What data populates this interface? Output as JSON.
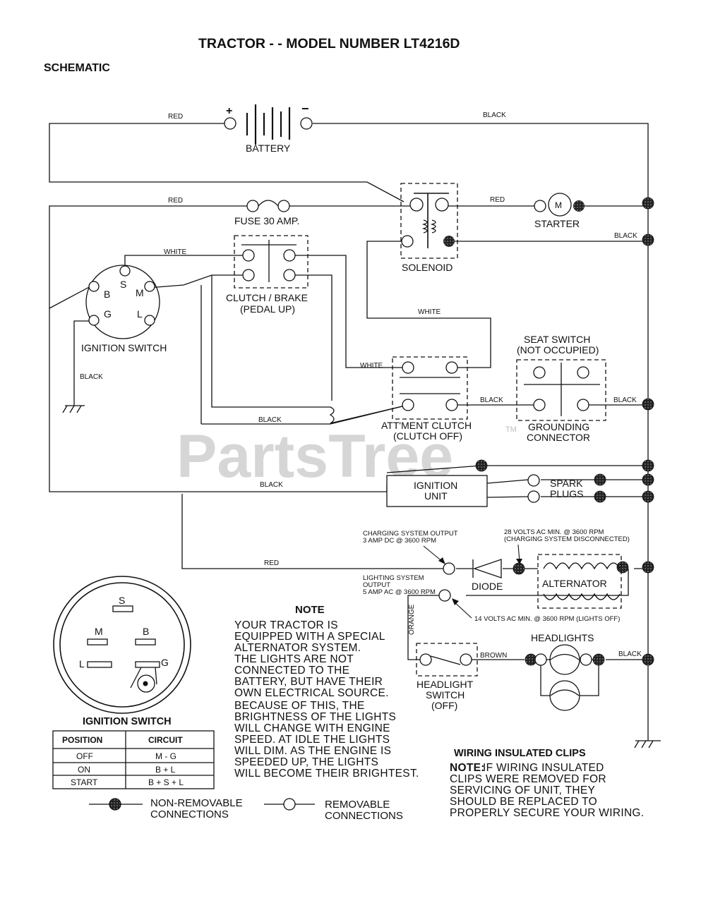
{
  "title": "TRACTOR - - MODEL NUMBER LT4216D",
  "subtitle": "SCHEMATIC",
  "watermark": {
    "text": "PartsTree",
    "tm": "TM",
    "color": "#c8c8c8"
  },
  "components": {
    "battery": "BATTERY",
    "battery_plus": "+",
    "battery_minus": "−",
    "fuse": "FUSE 30 AMP.",
    "solenoid": "SOLENOID",
    "starter": "STARTER",
    "starter_motor": "M",
    "clutch_brake": [
      "CLUTCH / BRAKE",
      "(PEDAL UP)"
    ],
    "ignition_switch": "IGNITION SWITCH",
    "ignition_terminals": {
      "b": "B",
      "s": "S",
      "m": "M",
      "g": "G",
      "l": "L"
    },
    "seat_switch": [
      "SEAT SWITCH",
      "(NOT OCCUPIED)"
    ],
    "grounding_connector": [
      "GROUNDING",
      "CONNECTOR"
    ],
    "attachment_clutch": [
      "ATT'MENT CLUTCH",
      "(CLUTCH OFF)"
    ],
    "ignition_unit": [
      "IGNITION",
      "UNIT"
    ],
    "spark_plugs": [
      "SPARK",
      "PLUGS"
    ],
    "diode": "DIODE",
    "alternator": "ALTERNATOR",
    "headlights": "HEADLIGHTS",
    "headlight_switch": [
      "HEADLIGHT",
      "SWITCH",
      "(OFF)"
    ]
  },
  "wire_labels": {
    "red": "RED",
    "black": "BLACK",
    "white": "WHITE",
    "orange": "ORANGE",
    "brown": "BROWN"
  },
  "charging_labels": {
    "charging_output": [
      "CHARGING SYSTEM OUTPUT",
      "3 AMP DC @ 3600 RPM"
    ],
    "volts28": [
      "28 VOLTS AC MIN. @ 3600 RPM",
      "(CHARGING SYSTEM DISCONNECTED)"
    ],
    "lighting_output": [
      "LIGHTING SYSTEM",
      "OUTPUT",
      "5 AMP AC @ 3600 RPM"
    ],
    "volts14": "14 VOLTS AC MIN. @ 3600 RPM (LIGHTS OFF)"
  },
  "note": {
    "heading": "NOTE",
    "lines": [
      "YOUR TRACTOR IS",
      "EQUIPPED WITH A SPECIAL",
      "ALTERNATOR SYSTEM.",
      "THE LIGHTS ARE NOT",
      "CONNECTED TO THE",
      "BATTERY, BUT HAVE THEIR",
      "OWN ELECTRICAL SOURCE.",
      "BECAUSE OF THIS, THE",
      "BRIGHTNESS OF THE LIGHTS",
      "WILL CHANGE WITH ENGINE",
      "SPEED.  AT IDLE THE LIGHTS",
      "WILL DIM.  AS THE ENGINE IS",
      "SPEEDED UP, THE LIGHTS",
      "WILL BECOME THEIR BRIGHTEST."
    ]
  },
  "ignition_switch_detail": {
    "title": "IGNITION SWITCH",
    "terminals": {
      "s": "S",
      "m": "M",
      "b": "B",
      "l": "L",
      "g": "G"
    },
    "table": {
      "headers": [
        "POSITION",
        "CIRCUIT"
      ],
      "rows": [
        [
          "OFF",
          "M - G"
        ],
        [
          "ON",
          "B + L"
        ],
        [
          "START",
          "B + S + L"
        ]
      ]
    }
  },
  "legend": {
    "non_removable": [
      "NON-REMOVABLE",
      "CONNECTIONS"
    ],
    "removable": [
      "REMOVABLE",
      "CONNECTIONS"
    ]
  },
  "clips": {
    "heading": "WIRING INSULATED CLIPS",
    "note_label": "NOTE:",
    "lines": [
      " IF WIRING INSULATED",
      "CLIPS WERE REMOVED FOR",
      "SERVICING OF UNIT, THEY",
      "SHOULD BE REPLACED TO",
      "PROPERLY SECURE YOUR WIRING."
    ]
  }
}
